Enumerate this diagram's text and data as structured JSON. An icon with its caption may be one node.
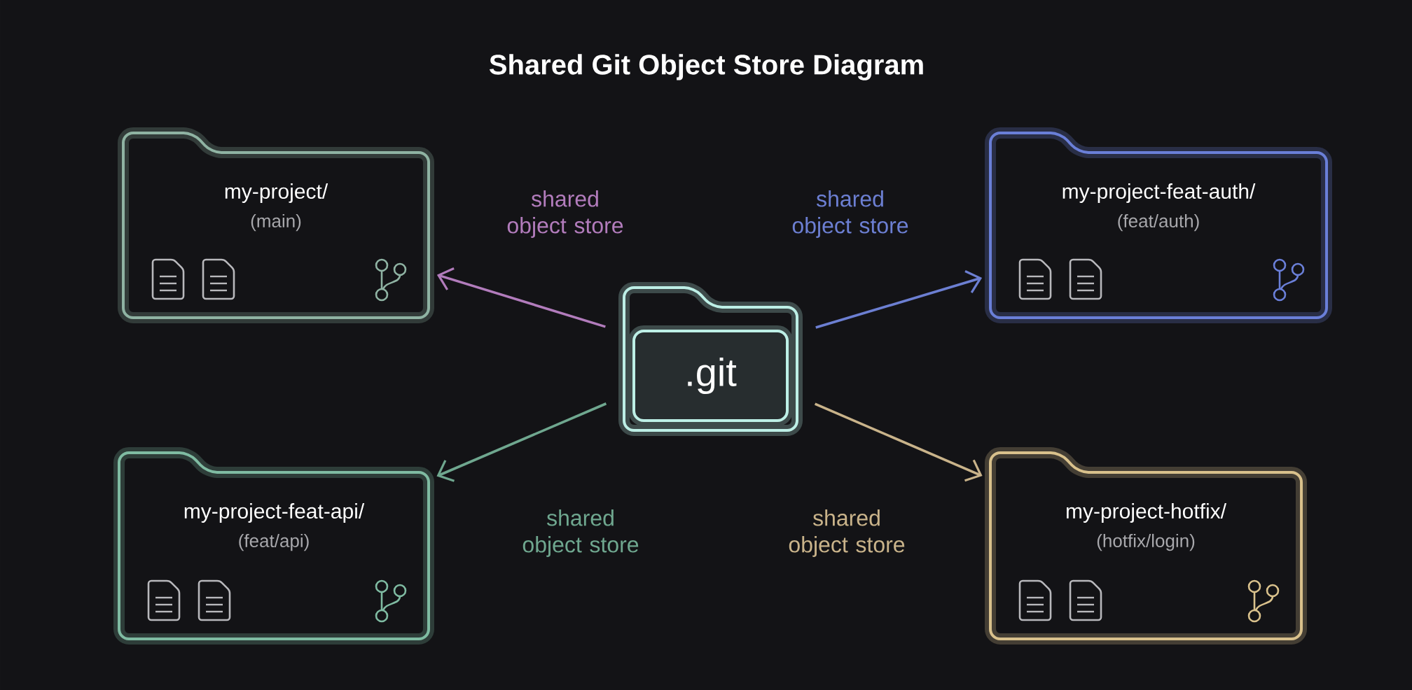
{
  "diagram": {
    "title": "Shared Git Object Store Diagram",
    "nodes": [
      {
        "text": [
          "my-project/",
          "(main)"
        ]
      },
      {
        "text": [
          "my-project-feat-auth/",
          "(feat/auth)"
        ]
      },
      {
        "text": [
          ".git"
        ]
      },
      {
        "text": [
          "my-project-feat-api/",
          "(feat/api)"
        ]
      },
      {
        "text": [
          "my-project-hotfix/",
          "(hotfix/login)"
        ]
      }
    ],
    "edges": [
      {
        "from": 2,
        "to": 0,
        "arrow": "to",
        "label": "shared object store",
        "color": "#b27cbc"
      },
      {
        "from": 2,
        "to": 1,
        "arrow": "to",
        "label": "shared object store",
        "color": "#6c7fd2"
      },
      {
        "from": 2,
        "to": 3,
        "arrow": "to",
        "label": "shared object store",
        "color": "#6fa78f"
      },
      {
        "from": 2,
        "to": 4,
        "arrow": "to",
        "label": "shared object store",
        "color": "#c9b38a"
      }
    ]
  }
}
